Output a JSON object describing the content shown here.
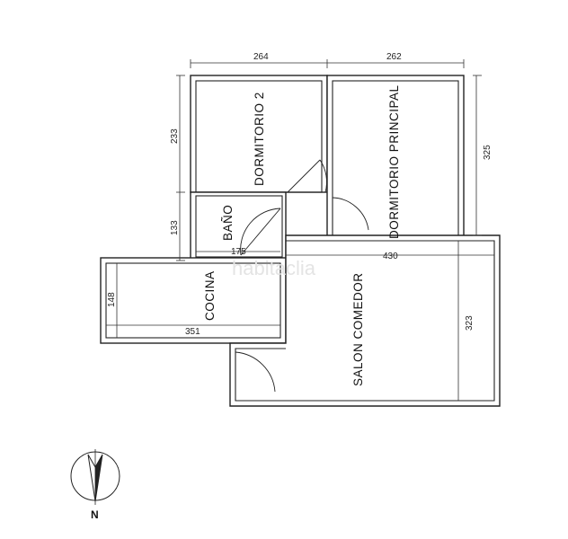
{
  "rooms": {
    "dormitorio2": "DORMITORIO 2",
    "dormitorio_principal": "DORMITORIO PRINCIPAL",
    "bano": "BAÑO",
    "cocina": "COCINA",
    "salon": "SALON COMEDOR"
  },
  "dimensions": {
    "top_left_width": "264",
    "top_right_width": "262",
    "left_upper_height": "233",
    "left_lower_height": "133",
    "bano_width": "175",
    "right_upper_height": "325",
    "salon_width": "430",
    "salon_height": "323",
    "cocina_height": "148",
    "cocina_width": "351"
  },
  "watermark": "habitaclia",
  "compass": {
    "label": "N"
  }
}
